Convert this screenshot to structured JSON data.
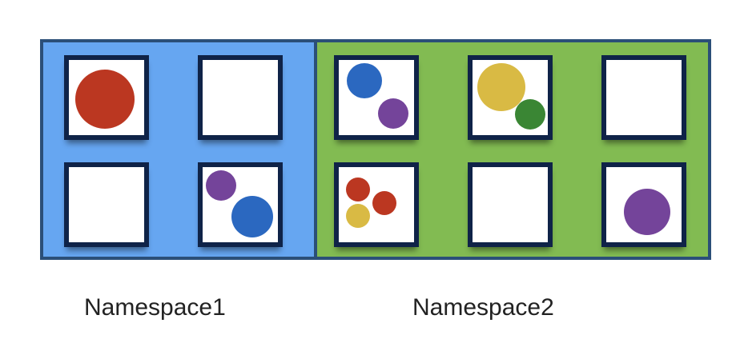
{
  "colors": {
    "namespace1_fill": "#66a6f1",
    "namespace2_fill": "#82bb52",
    "red": "#bb3721",
    "blue": "#2b68c0",
    "purple": "#74449a",
    "yellow": "#d9ba44",
    "green": "#3a8634"
  },
  "namespaces": [
    {
      "label": "Namespace1",
      "boxes": [
        {
          "dots": [
            {
              "color": "red",
              "icon": "red-circle-icon"
            }
          ]
        },
        {
          "dots": []
        },
        {
          "dots": []
        },
        {
          "dots": [
            {
              "color": "purple",
              "icon": "purple-circle-icon"
            },
            {
              "color": "blue",
              "icon": "blue-circle-icon"
            }
          ]
        }
      ]
    },
    {
      "label": "Namespace2",
      "boxes": [
        {
          "dots": [
            {
              "color": "blue",
              "icon": "blue-circle-icon"
            },
            {
              "color": "purple",
              "icon": "purple-circle-icon"
            }
          ]
        },
        {
          "dots": [
            {
              "color": "yellow",
              "icon": "yellow-circle-icon"
            },
            {
              "color": "green",
              "icon": "green-circle-icon"
            }
          ]
        },
        {
          "dots": []
        },
        {
          "dots": [
            {
              "color": "red",
              "icon": "red-circle-icon"
            },
            {
              "color": "red",
              "icon": "red-circle-icon"
            },
            {
              "color": "yellow",
              "icon": "yellow-circle-icon"
            }
          ]
        },
        {
          "dots": []
        },
        {
          "dots": [
            {
              "color": "purple",
              "icon": "purple-circle-icon"
            }
          ]
        }
      ]
    }
  ]
}
